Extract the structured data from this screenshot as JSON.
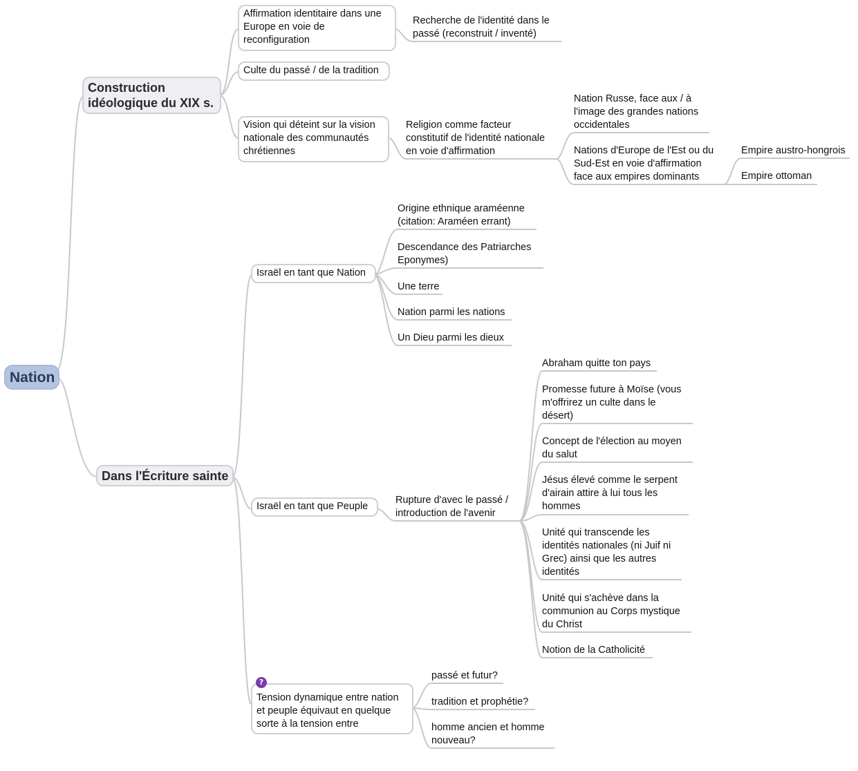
{
  "root": "Nation",
  "branch1": {
    "label": "Construction\nidéologique du XIX s.",
    "c1": {
      "label": "Affirmation identitaire dans une\nEurope en voie de\nreconfiguration",
      "child": "Recherche de l'identité dans le\npassé (reconstruit / inventé)"
    },
    "c2": {
      "label": "Culte du passé / de la tradition"
    },
    "c3": {
      "label": "Vision qui déteint sur la vision\nnationale des communautés\nchrétiennes",
      "religion": "Religion comme facteur\nconstitutif de l'identité nationale\nen voie d'affirmation",
      "russe": "Nation Russe, face aux / à\nl'image des grandes nations\noccidentales",
      "est": "Nations d'Europe de l'Est ou du\nSud-Est en voie d'affirmation\nface aux empires dominants",
      "empire1": "Empire austro-hongrois",
      "empire2": "Empire ottoman"
    }
  },
  "branch2": {
    "label": "Dans l'Écriture sainte",
    "nation": {
      "label": "Israël en tant que Nation",
      "items": [
        "Origine ethnique araméenne\n(citation: Araméen errant)",
        "Descendance des Patriarches\nEponymes)",
        "Une terre",
        "Nation parmi les nations",
        "Un Dieu parmi les dieux"
      ]
    },
    "peuple": {
      "label": "Israël en tant que Peuple",
      "rupture": "Rupture d'avec le passé /\nintroduction de l'avenir",
      "items": [
        "Abraham quitte ton pays",
        "Promesse future à Moïse (vous\nm'offrirez un culte dans le\ndésert)",
        "Concept de l'élection au moyen\ndu salut",
        "Jésus élevé comme le serpent\nd'airain attire à lui tous les\nhommes",
        "Unité qui transcende les\nidentités nationales (ni Juif ni\nGrec) ainsi que les autres\nidentités",
        "Unité qui s'achève dans la\ncommunion au Corps mystique\ndu Christ",
        "Notion de la Catholicité"
      ]
    },
    "tension": {
      "label": "Tension dynamique entre nation\net peuple équivaut en quelque\nsorte à la tension entre",
      "icon": "question-icon",
      "items": [
        "passé et futur?",
        "tradition et prophétie?",
        "homme ancien et homme\nnouveau?"
      ]
    }
  },
  "colors": {
    "line": "#c8c8c8",
    "root_fill": "#b3c4e3",
    "level1_fill": "#eeeef3",
    "icon": "#7b3aa8"
  }
}
